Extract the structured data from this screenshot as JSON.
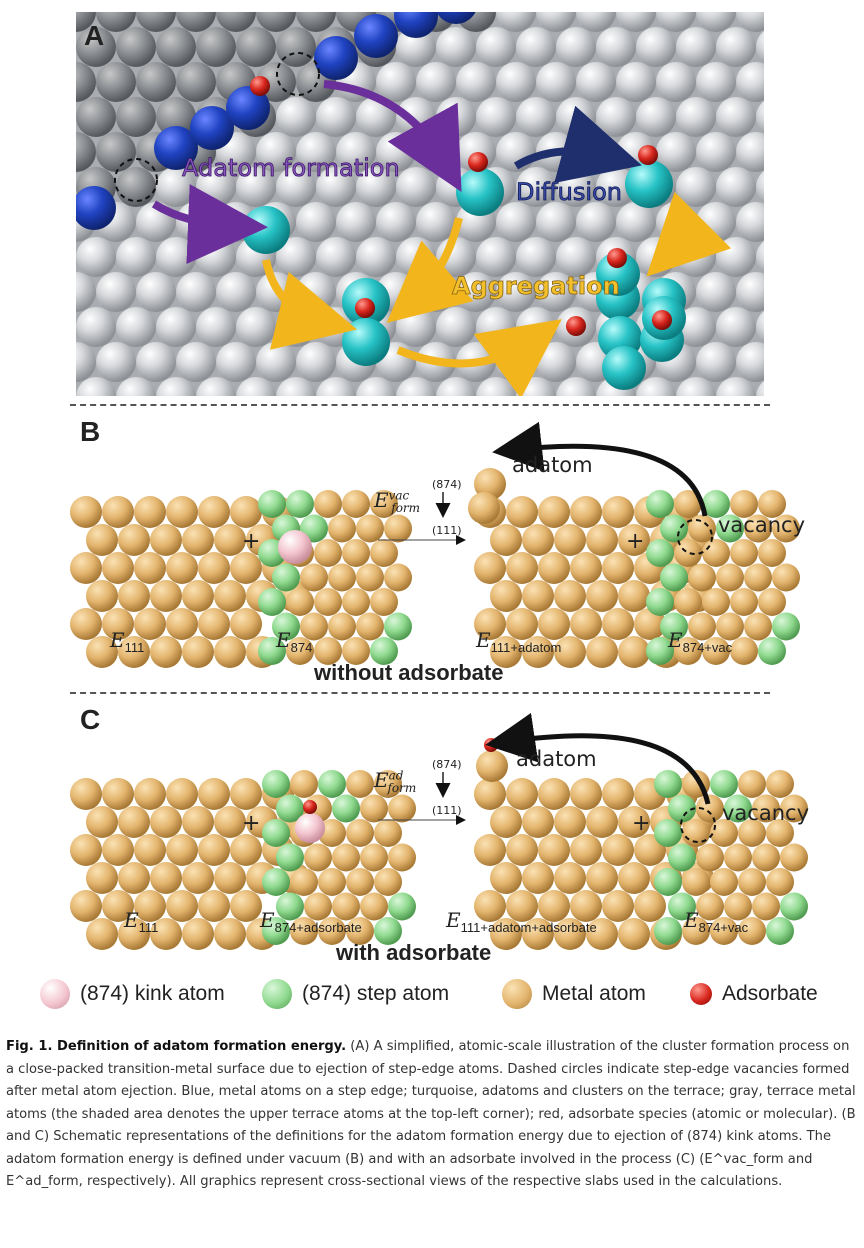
{
  "panels": {
    "a": {
      "letter": "A",
      "labels": {
        "adatom_formation": "Adatom formation",
        "diffusion": "Diffusion",
        "aggregation": "Aggregation"
      }
    },
    "b": {
      "letter": "B",
      "energy_labels": {
        "e111": "E",
        "e111_sub": "111",
        "e874": "E",
        "e874_sub": "874",
        "e111_adatom": "E",
        "e111_adatom_sub": "111+adatom",
        "e874_vac": "E",
        "e874_vac_sub": "874+vac"
      },
      "arrow_label": "E",
      "arrow_label_sup": "vac",
      "arrow_label_sub": "form",
      "arrow_top": "(874)",
      "arrow_bottom": "(111)",
      "adatom": "adatom",
      "vacancy": "vacancy",
      "condition": "without adsorbate"
    },
    "c": {
      "letter": "C",
      "energy_labels": {
        "e111": "E",
        "e111_sub": "111",
        "e874": "E",
        "e874_sub": "874+adsorbate",
        "e111_adatom": "E",
        "e111_adatom_sub": "111+adatom+adsorbate",
        "e874_vac": "E",
        "e874_vac_sub": "874+vac"
      },
      "arrow_label": "E",
      "arrow_label_sup": "ad",
      "arrow_label_sub": "form",
      "arrow_top": "(874)",
      "arrow_bottom": "(111)",
      "adatom": "adatom",
      "vacancy": "vacancy",
      "condition": "with adsorbate"
    }
  },
  "legend": [
    {
      "label": "(874) kink atom",
      "color": "#f4c6d0"
    },
    {
      "label": "(874) step atom",
      "color": "#8fd98f"
    },
    {
      "label": "Metal atom",
      "color": "#e3b56e"
    },
    {
      "label": "Adsorbate",
      "color": "#d8261d"
    }
  ],
  "plus": "+",
  "caption": {
    "title": "Fig. 1. Definition of adatom formation energy.",
    "text": " (A) A simplified, atomic-scale illustration of the cluster formation process on a close-packed transition-metal surface due to ejection of step-edge atoms. Dashed circles indicate step-edge vacancies formed after metal atom ejection. Blue, metal atoms on a step edge; turquoise, adatoms and clusters on the terrace; gray, terrace metal atoms (the shaded area denotes the upper terrace atoms at the top-left corner); red, adsorbate species (atomic or molecular). (B and C) Schematic representations of the definitions for the adatom formation energy due to ejection of (874) kink atoms. The adatom formation energy is defined under vacuum (B) and with an adsorbate involved in the process (C) (E^vac_form and E^ad_form, respectively). All graphics represent cross-sectional views of the respective slabs used in the calculations."
  },
  "colors": {
    "terrace": "#c9cbcf",
    "step": "#1f3fae",
    "adatom": "#27c3c6",
    "adsorbate": "#d8261d",
    "metal": "#e3b56e",
    "step_green": "#8fd98f",
    "kink_pink": "#f4c6d0",
    "formation_arrow": "#6a2f9a",
    "diffusion_arrow": "#1f2f6e",
    "aggregation_arrow": "#f2b51c"
  }
}
